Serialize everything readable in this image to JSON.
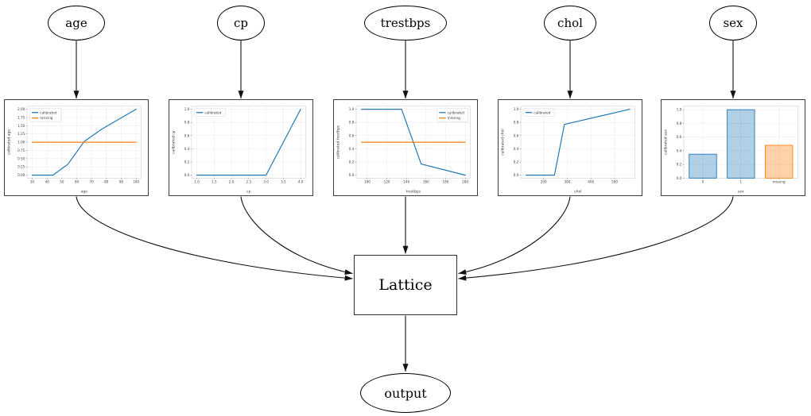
{
  "diagram": {
    "inputs": [
      {
        "id": "age",
        "label": "age"
      },
      {
        "id": "cp",
        "label": "cp"
      },
      {
        "id": "trestbps",
        "label": "trestbps"
      },
      {
        "id": "chol",
        "label": "chol"
      },
      {
        "id": "sex",
        "label": "sex"
      }
    ],
    "lattice_label": "Lattice",
    "output_label": "output",
    "edges": [
      {
        "from": "age",
        "to": "age-plot"
      },
      {
        "from": "cp",
        "to": "cp-plot"
      },
      {
        "from": "trestbps",
        "to": "trestbps-plot"
      },
      {
        "from": "chol",
        "to": "chol-plot"
      },
      {
        "from": "sex",
        "to": "sex-plot"
      },
      {
        "from": "age-plot",
        "to": "lattice"
      },
      {
        "from": "cp-plot",
        "to": "lattice"
      },
      {
        "from": "trestbps-plot",
        "to": "lattice"
      },
      {
        "from": "chol-plot",
        "to": "lattice"
      },
      {
        "from": "sex-plot",
        "to": "lattice"
      },
      {
        "from": "lattice",
        "to": "output"
      }
    ]
  },
  "colors": {
    "calibrated_line": "#1f77b4",
    "missing_line": "#ff7f0e",
    "bar_blue_fill": "rgba(31,119,180,0.35)",
    "bar_orange_fill": "rgba(255,127,14,0.35)",
    "grid": "#e7e7e7",
    "edge_stroke": "#111111"
  },
  "chart_data": [
    {
      "type": "line",
      "xlabel": "age",
      "ylabel": "calibrated age",
      "xlim": [
        26.5,
        103.5
      ],
      "ylim": [
        -0.09,
        2.09
      ],
      "xticks": [
        30,
        40,
        50,
        60,
        70,
        80,
        90,
        100
      ],
      "xtick_labels": [
        "30",
        "40",
        "50",
        "60",
        "70",
        "80",
        "90",
        "100"
      ],
      "yticks": [
        0.0,
        0.25,
        0.5,
        0.75,
        1.0,
        1.25,
        1.5,
        1.75,
        2.0
      ],
      "ytick_labels": [
        "0.00",
        "0.25",
        "0.50",
        "0.75",
        "1.00",
        "1.25",
        "1.50",
        "1.75",
        "2.00"
      ],
      "grid": true,
      "legend": {
        "position": "upper-left",
        "entries": [
          {
            "label": "calibrated",
            "color": "#1f77b4"
          },
          {
            "label": "missing",
            "color": "#ff7f0e"
          }
        ]
      },
      "series": [
        {
          "name": "calibrated",
          "color": "#1f77b4",
          "x": [
            30,
            44,
            54,
            65,
            77,
            100
          ],
          "y": [
            0.0,
            0.0,
            0.33,
            1.02,
            1.4,
            2.0
          ]
        },
        {
          "name": "missing",
          "color": "#ff7f0e",
          "x": [
            30,
            100
          ],
          "y": [
            1.0,
            1.0
          ]
        }
      ]
    },
    {
      "type": "line",
      "xlabel": "cp",
      "ylabel": "calibrated cp",
      "xlim": [
        0.85,
        4.15
      ],
      "ylim": [
        -0.045,
        1.045
      ],
      "xticks": [
        1.0,
        1.5,
        2.0,
        2.5,
        3.0,
        3.5,
        4.0
      ],
      "xtick_labels": [
        "1.0",
        "1.5",
        "2.0",
        "2.5",
        "3.0",
        "3.5",
        "4.0"
      ],
      "yticks": [
        0.0,
        0.2,
        0.4,
        0.6,
        0.8,
        1.0
      ],
      "ytick_labels": [
        "0.0",
        "0.2",
        "0.4",
        "0.6",
        "0.8",
        "1.0"
      ],
      "grid": true,
      "legend": {
        "position": "upper-left",
        "entries": [
          {
            "label": "calibrated",
            "color": "#1f77b4"
          }
        ]
      },
      "series": [
        {
          "name": "calibrated",
          "color": "#1f77b4",
          "x": [
            1.0,
            3.0,
            4.0
          ],
          "y": [
            0.0,
            0.0,
            1.0
          ]
        }
      ]
    },
    {
      "type": "line",
      "xlabel": "trestbps",
      "ylabel": "calibrated trestbps",
      "xlim": [
        88.7,
        205.3
      ],
      "ylim": [
        -0.045,
        1.045
      ],
      "xticks": [
        100,
        120,
        140,
        160,
        180,
        200
      ],
      "xtick_labels": [
        "100",
        "120",
        "140",
        "160",
        "180",
        "200"
      ],
      "yticks": [
        0.0,
        0.2,
        0.4,
        0.6,
        0.8,
        1.0
      ],
      "ytick_labels": [
        "0.0",
        "0.2",
        "0.4",
        "0.6",
        "0.8",
        "1.0"
      ],
      "grid": true,
      "legend": {
        "position": "upper-right",
        "entries": [
          {
            "label": "calibrated",
            "color": "#1f77b4"
          },
          {
            "label": "missing",
            "color": "#ff7f0e"
          }
        ]
      },
      "series": [
        {
          "name": "calibrated",
          "color": "#1f77b4",
          "x": [
            94,
            135,
            155,
            200
          ],
          "y": [
            1.0,
            1.0,
            0.17,
            0.0
          ]
        },
        {
          "name": "missing",
          "color": "#ff7f0e",
          "x": [
            94,
            200
          ],
          "y": [
            0.5,
            0.5
          ]
        }
      ]
    },
    {
      "type": "line",
      "xlabel": "chol",
      "ylabel": "calibrated chol",
      "xlim": [
        104,
        586
      ],
      "ylim": [
        -0.045,
        1.045
      ],
      "xticks": [
        200,
        300,
        400,
        500
      ],
      "xtick_labels": [
        "200",
        "300",
        "400",
        "500"
      ],
      "yticks": [
        0.0,
        0.2,
        0.4,
        0.6,
        0.8,
        1.0
      ],
      "ytick_labels": [
        "0.0",
        "0.2",
        "0.4",
        "0.6",
        "0.8",
        "1.0"
      ],
      "grid": true,
      "legend": {
        "position": "upper-left",
        "entries": [
          {
            "label": "calibrated",
            "color": "#1f77b4"
          }
        ]
      },
      "series": [
        {
          "name": "calibrated",
          "color": "#1f77b4",
          "x": [
            126,
            246,
            288,
            564
          ],
          "y": [
            0.0,
            0.0,
            0.77,
            1.0
          ]
        }
      ]
    },
    {
      "type": "bar",
      "xlabel": "sex",
      "ylabel": "calibrated sex",
      "ylim": [
        0,
        1.05
      ],
      "categories": [
        "0",
        "1",
        "missing"
      ],
      "values": [
        0.35,
        1.0,
        0.48
      ],
      "bar_colors": [
        {
          "fill": "rgba(31,119,180,0.35)",
          "edge": "#1f77b4"
        },
        {
          "fill": "rgba(31,119,180,0.35)",
          "edge": "#1f77b4"
        },
        {
          "fill": "rgba(255,127,14,0.35)",
          "edge": "#ff7f0e"
        }
      ],
      "yticks": [
        0.0,
        0.2,
        0.4,
        0.6,
        0.8,
        1.0
      ],
      "ytick_labels": [
        "0.0",
        "0.2",
        "0.4",
        "0.6",
        "0.8",
        "1.0"
      ],
      "grid": true,
      "legend": null
    }
  ]
}
